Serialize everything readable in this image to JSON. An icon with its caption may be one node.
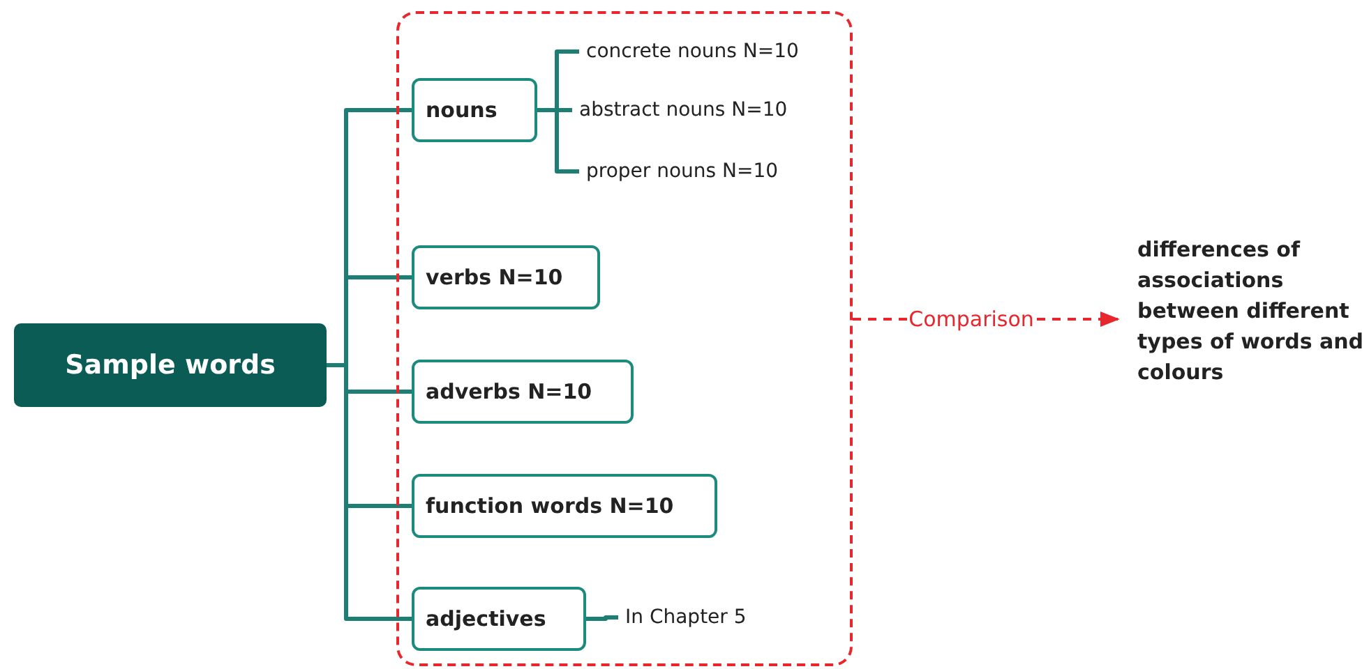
{
  "diagram": {
    "nodes": [
      {
        "text": [
          "Sample words"
        ]
      },
      {
        "text": [],
        "shape": "box"
      },
      {
        "text": [
          "nouns"
        ],
        "in": 1
      },
      {
        "text": [
          "concrete nouns N=10"
        ],
        "in": 1
      },
      {
        "text": [
          "abstract nouns N=10"
        ],
        "in": 1
      },
      {
        "text": [
          "proper nouns N=10"
        ],
        "in": 1
      },
      {
        "text": [
          "verbs N=10"
        ],
        "in": 1
      },
      {
        "text": [
          "adverbs N=10"
        ],
        "in": 1
      },
      {
        "text": [
          "function words N=10"
        ],
        "in": 1
      },
      {
        "text": [
          "adjectives"
        ],
        "in": 1
      },
      {
        "text": [
          "In Chapter 5"
        ],
        "in": 1
      },
      {
        "text": [
          "differences of associations between different types of words and colours"
        ]
      }
    ],
    "edges": [
      {
        "from": 0,
        "to": 2,
        "arrow": "none"
      },
      {
        "from": 0,
        "to": 6,
        "arrow": "none"
      },
      {
        "from": 0,
        "to": 7,
        "arrow": "none"
      },
      {
        "from": 0,
        "to": 8,
        "arrow": "none"
      },
      {
        "from": 0,
        "to": 9,
        "arrow": "none"
      },
      {
        "from": 2,
        "to": 3,
        "arrow": "none"
      },
      {
        "from": 2,
        "to": 4,
        "arrow": "none"
      },
      {
        "from": 2,
        "to": 5,
        "arrow": "none"
      },
      {
        "from": 9,
        "to": 10,
        "arrow": "none"
      },
      {
        "from": 1,
        "to": 11,
        "arrow": "to",
        "label": "Comparison",
        "style": "dashed",
        "color": "#e8262d"
      }
    ]
  }
}
